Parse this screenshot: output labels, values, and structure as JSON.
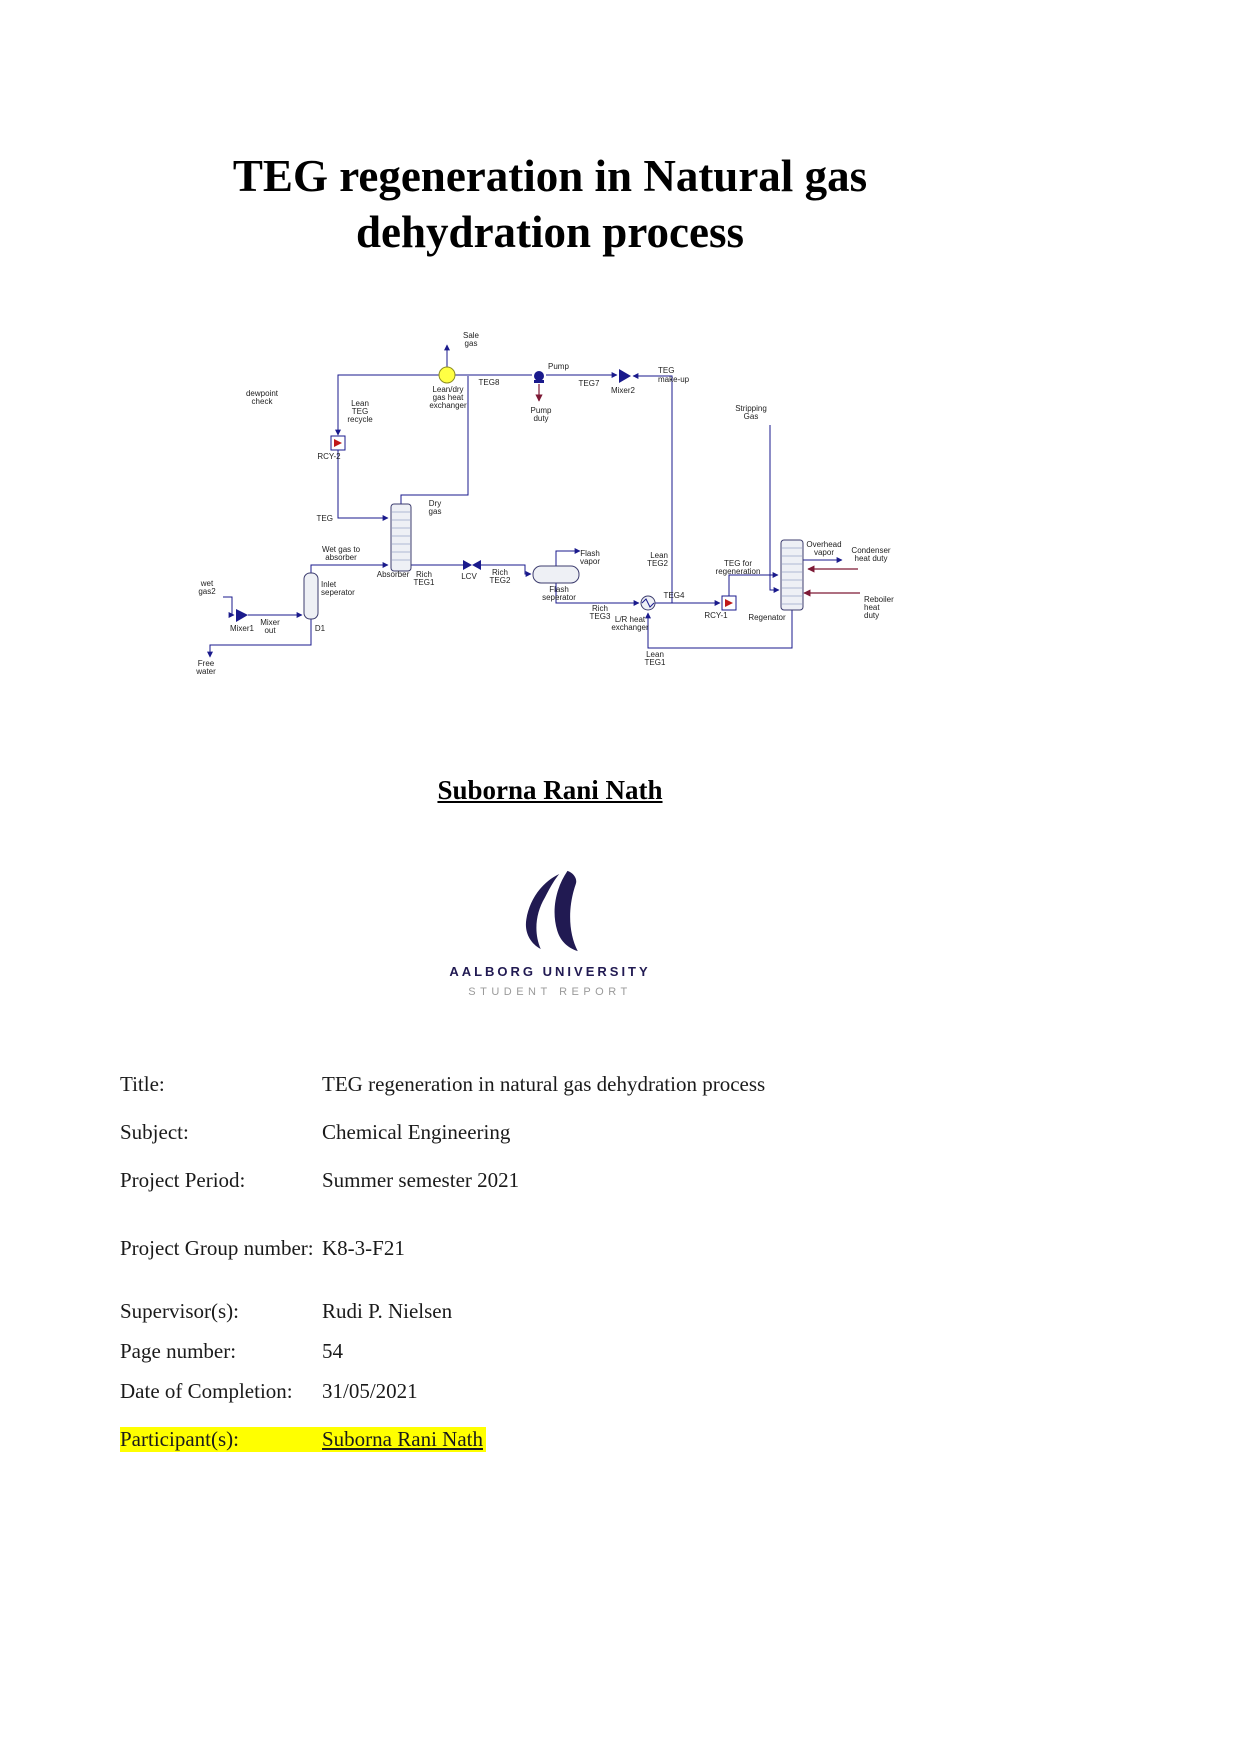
{
  "document": {
    "title_line1": "TEG regeneration in Natural gas",
    "title_line2": "dehydration process",
    "author": "Suborna Rani Nath"
  },
  "logo": {
    "organization": "AALBORG UNIVERSITY",
    "subtitle": "STUDENT REPORT",
    "brand_color": "#211a52"
  },
  "details": {
    "highlight_color": "#ffff00",
    "rows": [
      {
        "label": "Title:",
        "value": "TEG regeneration in natural gas dehydration process"
      },
      {
        "label": "Subject:",
        "value": "Chemical Engineering"
      },
      {
        "label": "Project Period:",
        "value": "Summer semester 2021"
      },
      {
        "label": "Project Group number:",
        "value": "K8-3-F21"
      },
      {
        "label": "Supervisor(s):",
        "value": "Rudi P. Nielsen"
      },
      {
        "label": "Page number:",
        "value": "54"
      },
      {
        "label": "Date of Completion:",
        "value": "31/05/2021"
      },
      {
        "label": "Participant(s):",
        "value": "Suborna Rani Nath",
        "highlight": true
      }
    ]
  },
  "diagram": {
    "colors": {
      "stream": "#1a1a8c",
      "energy": "#7d1935",
      "exchanger_fill": "#ffff44",
      "vessel_fill": "#eef0f5"
    },
    "labels": {
      "sale_gas": [
        "Sale",
        "gas"
      ],
      "teg8": [
        "TEG8"
      ],
      "pump": [
        "Pump"
      ],
      "teg7": [
        "TEG7"
      ],
      "mixer2": [
        "Mixer2"
      ],
      "teg_make_up": [
        "TEG",
        "make-up"
      ],
      "dewpoint_check": [
        "dewpoint",
        "check"
      ],
      "lean_teg_recycle": [
        "Lean",
        "TEG",
        "recycle"
      ],
      "lean_dry_gas_hx": [
        "Lean/dry",
        "gas heat",
        "exchanger"
      ],
      "pump_duty": [
        "Pump",
        "duty"
      ],
      "stripping_gas": [
        "Stripping",
        "Gas"
      ],
      "rcy_2": [
        "RCY-2"
      ],
      "teg": [
        "TEG"
      ],
      "dry_gas": [
        "Dry",
        "gas"
      ],
      "wet_gas_to_absorber": [
        "Wet gas to",
        "absorber"
      ],
      "absorber": [
        "Absorber"
      ],
      "rich_teg1": [
        "Rich",
        "TEG1"
      ],
      "lcv": [
        "LCV"
      ],
      "rich_teg2": [
        "Rich",
        "TEG2"
      ],
      "flash_vapor": [
        "Flash",
        "vapor"
      ],
      "lean_teg2": [
        "Lean",
        "TEG2"
      ],
      "teg_for_regeneration": [
        "TEG for",
        "regeneration"
      ],
      "overhead_vapor": [
        "Overhead",
        "vapor"
      ],
      "condenser_heat_duty": [
        "Condenser",
        "heat duty"
      ],
      "wet_gas2": [
        "wet",
        "gas2"
      ],
      "inlet_seperator": [
        "Inlet",
        "seperator"
      ],
      "flash_seperator": [
        "Flash",
        "seperator"
      ],
      "rich_teg3": [
        "Rich",
        "TEG3"
      ],
      "teg4": [
        "TEG4"
      ],
      "rcy_1": [
        "RCY-1"
      ],
      "reboiler_heat_duty": [
        "Reboiler",
        "heat",
        "duty"
      ],
      "mixer1": [
        "Mixer1"
      ],
      "mixer_out": [
        "Mixer",
        "out"
      ],
      "d1": [
        "D1"
      ],
      "lr_heat_exchanger": [
        "L/R heat",
        "exchanger"
      ],
      "regenator": [
        "Regenator"
      ],
      "lean_teg1": [
        "Lean",
        "TEG1"
      ],
      "free_water": [
        "Free",
        "water"
      ]
    }
  }
}
